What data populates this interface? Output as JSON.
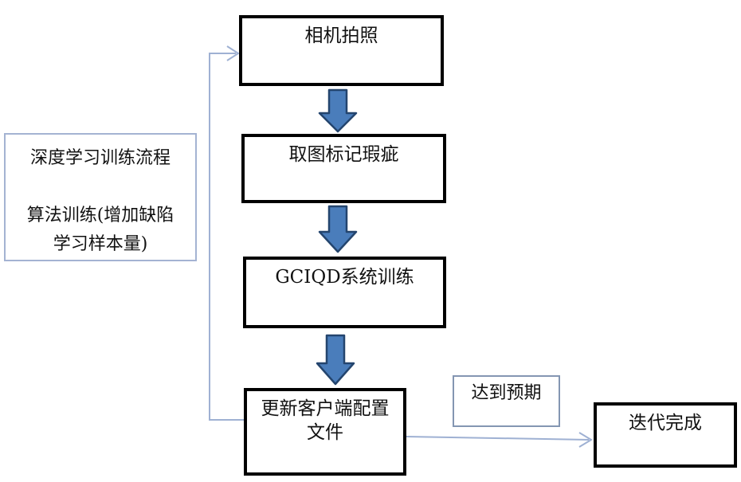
{
  "note_box": {
    "line1": "深度学习训练流程",
    "line2": "算法训练(增加缺陷",
    "line3": "学习样本量)"
  },
  "steps": {
    "camera": "相机拍照",
    "label_defects": "取图标记瑕疵",
    "system_training": "GCIQD系统训练",
    "update_config_line1": "更新客户端配置",
    "update_config_line2": "文件",
    "condition_label": "达到预期",
    "end": "迭代完成"
  },
  "colors": {
    "block_arrow_fill": "#4a7dbb",
    "block_arrow_border": "#24456e",
    "connector_line": "#9fb1d3",
    "process_box_border": "#000000",
    "note_box_border": "#a4b3d2",
    "condition_box_border": "#8496b2"
  }
}
